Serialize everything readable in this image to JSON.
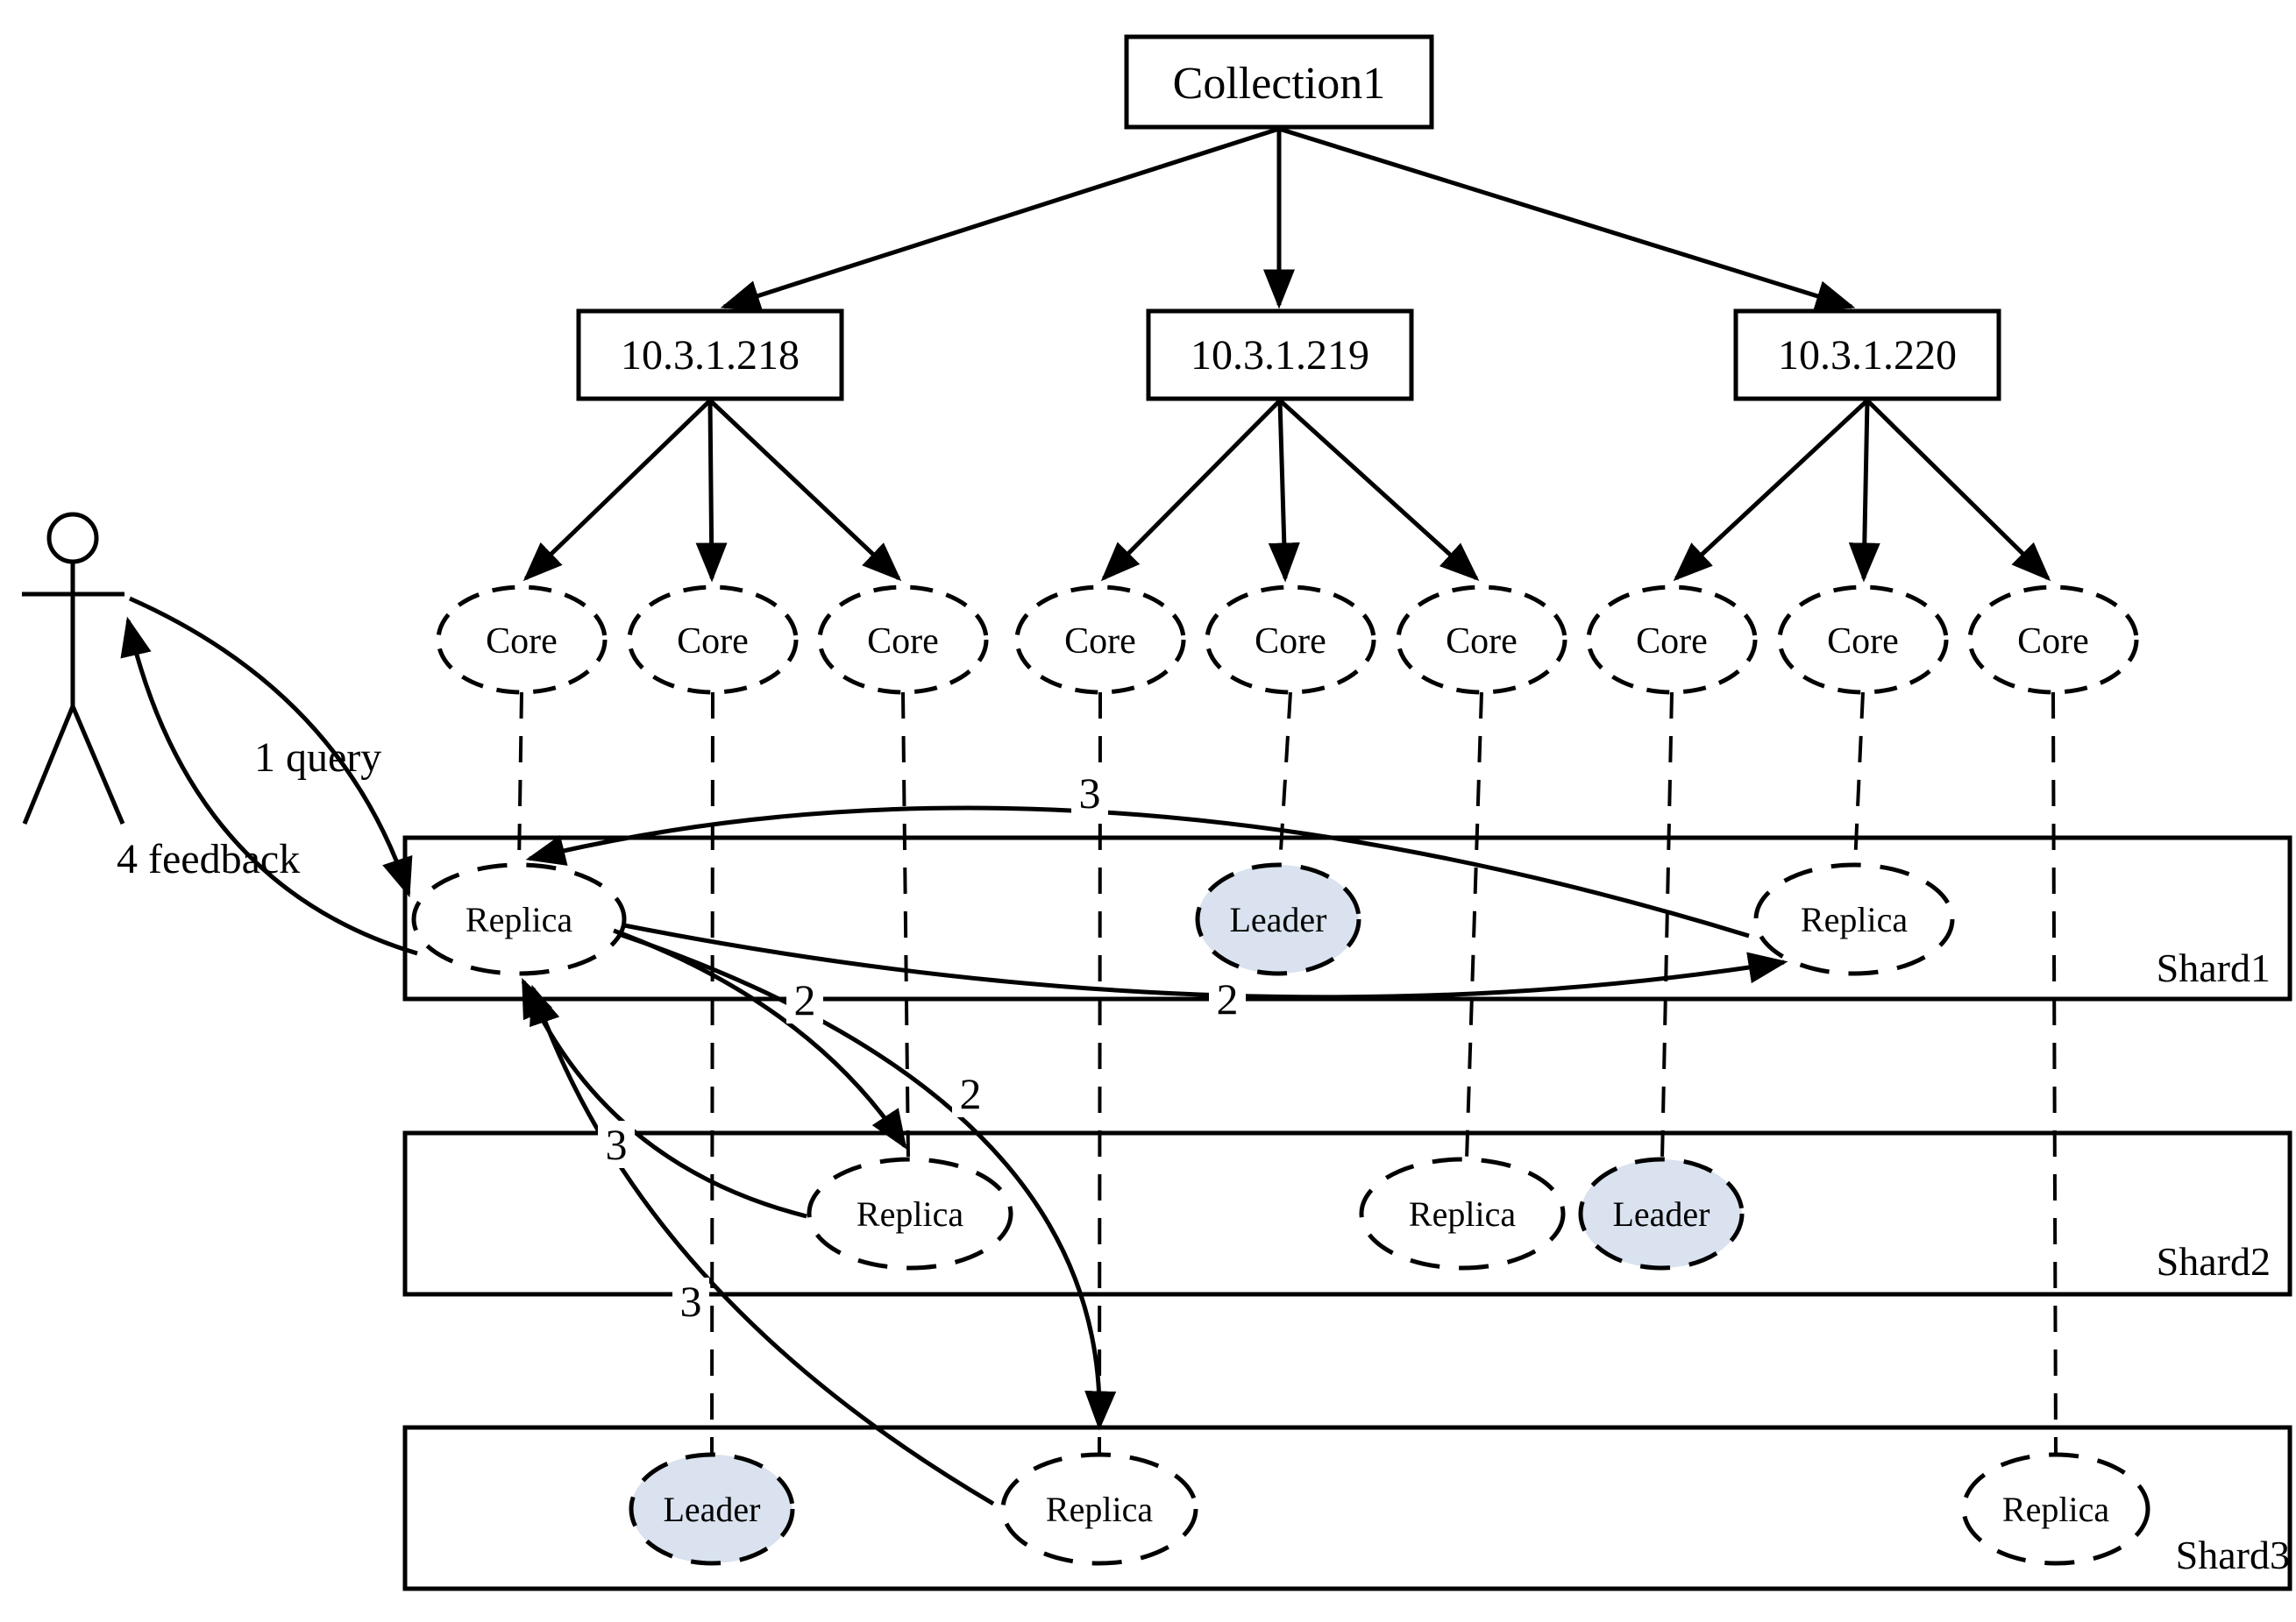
{
  "diagram": {
    "collection": {
      "label": "Collection1"
    },
    "servers": [
      {
        "label": "10.3.1.218"
      },
      {
        "label": "10.3.1.219"
      },
      {
        "label": "10.3.1.220"
      }
    ],
    "core_label": "Core",
    "shards": [
      {
        "name": "Shard1",
        "nodes": [
          {
            "role": "replica",
            "label": "Replica"
          },
          {
            "role": "leader",
            "label": "Leader"
          },
          {
            "role": "replica",
            "label": "Replica"
          }
        ]
      },
      {
        "name": "Shard2",
        "nodes": [
          {
            "role": "replica",
            "label": "Replica"
          },
          {
            "role": "replica",
            "label": "Replica"
          },
          {
            "role": "leader",
            "label": "Leader"
          }
        ]
      },
      {
        "name": "Shard3",
        "nodes": [
          {
            "role": "leader",
            "label": "Leader"
          },
          {
            "role": "replica",
            "label": "Replica"
          },
          {
            "role": "replica",
            "label": "Replica"
          }
        ]
      }
    ],
    "flow": {
      "query_label": "1 query",
      "feedback_label": "4 feedback",
      "distribute_step": "2",
      "gather_step": "3"
    },
    "colors": {
      "leader_fill": "#d9e2ee",
      "line": "#000000"
    }
  }
}
